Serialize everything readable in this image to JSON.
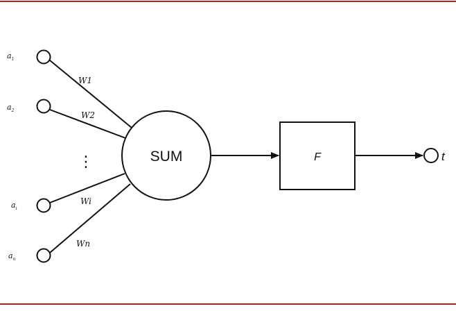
{
  "colors": {
    "border": "#b3241f",
    "stroke": "#111111",
    "background": "#ffffff"
  },
  "diagram": {
    "inputs": [
      {
        "label": "a",
        "sub": "1",
        "weight": "W1"
      },
      {
        "label": "a",
        "sub": "2",
        "weight": "W2"
      },
      {
        "label": "a",
        "sub": "i",
        "weight": "Wi"
      },
      {
        "label": "a",
        "sub": "n",
        "weight": "Wn"
      }
    ],
    "ellipsis": "⋮",
    "sum_label": "SUM",
    "function_label": "F",
    "output_label": "t"
  }
}
